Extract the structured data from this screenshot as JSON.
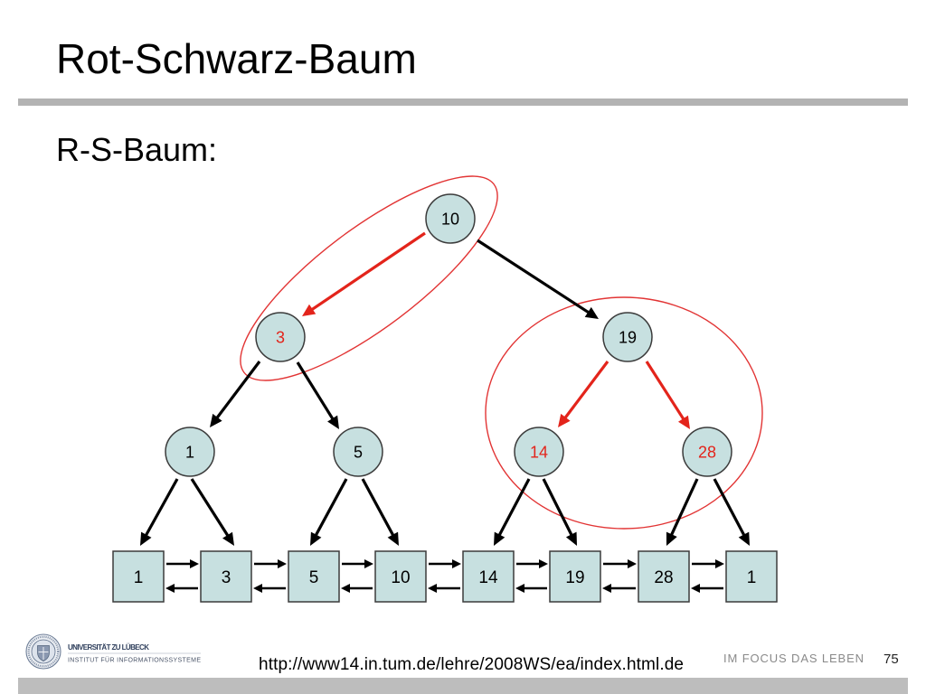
{
  "slide": {
    "title": "Rot-Schwarz-Baum",
    "subtitle": "R-S-Baum:",
    "page_number": "75"
  },
  "tree": {
    "root": {
      "label": "10",
      "text_color": "#000000",
      "children": [
        {
          "label": "3",
          "text_color": "#e3241b",
          "edge_color": "#e3241b",
          "children": [
            {
              "label": "1",
              "text_color": "#000000",
              "edge_color": "#000000"
            },
            {
              "label": "5",
              "text_color": "#000000",
              "edge_color": "#000000"
            }
          ]
        },
        {
          "label": "19",
          "text_color": "#000000",
          "edge_color": "#000000",
          "children": [
            {
              "label": "14",
              "text_color": "#e3241b",
              "edge_color": "#e3241b"
            },
            {
              "label": "28",
              "text_color": "#e3241b",
              "edge_color": "#e3241b"
            }
          ]
        }
      ]
    },
    "leaves": [
      "1",
      "3",
      "5",
      "10",
      "14",
      "19",
      "28",
      "1"
    ],
    "leaf_edge_color": "#000000",
    "node_fill": "#c7e0e0",
    "highlight_color": "#e23434"
  },
  "footer": {
    "university": "UNIVERSITÄT ZU LÜBECK",
    "institute": "INSTITUT FÜR INFORMATIONSSYSTEME",
    "source_url": "http://www14.in.tum.de/lehre/2008WS/ea/index.html.de",
    "slogan": "IM FOCUS DAS LEBEN"
  }
}
